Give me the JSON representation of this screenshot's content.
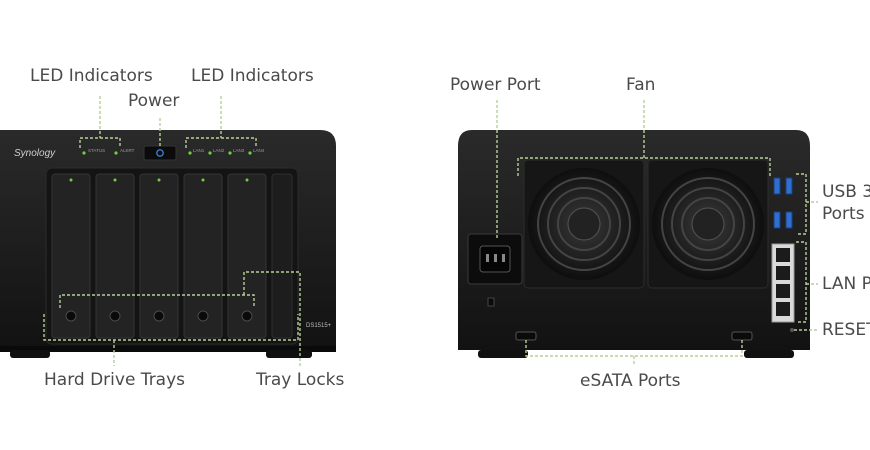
{
  "front": {
    "brand": "Synology",
    "model": "DS1515+",
    "led_left_labels": [
      "STATUS",
      "ALERT"
    ],
    "led_right_labels": [
      "LAN1",
      "LAN2",
      "LAN3",
      "LAN4"
    ]
  },
  "labels": {
    "led_indicators_left": "LED Indicators",
    "led_indicators_right": "LED Indicators",
    "power": "Power",
    "hard_drive_trays": "Hard Drive Trays",
    "tray_locks": "Tray Locks",
    "power_port": "Power Port",
    "fan": "Fan",
    "usb_line1": "USB 3",
    "usb_line2": "Ports",
    "lan_ports": "LAN P",
    "reset": "RESET",
    "esata_ports": "eSATA Ports"
  },
  "colors": {
    "device_body": "#1b1b1b",
    "callout_line": "#b7cf9a",
    "led_green": "#6fcf3f",
    "power_blue": "#3a7bd5",
    "usb_blue": "#2f6fd0"
  }
}
